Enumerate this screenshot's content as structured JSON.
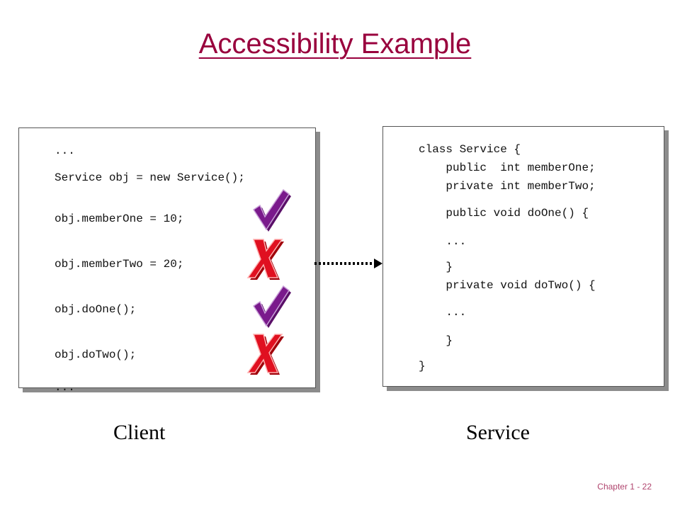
{
  "slide": {
    "title": "Accessibility Example",
    "footer": "Chapter 1 - 22"
  },
  "client": {
    "label": "Client",
    "lines": [
      "...",
      "Service obj = new Service();",
      "obj.memberOne = 10;",
      "obj.memberTwo = 20;",
      "obj.doOne();",
      "obj.doTwo();",
      "..."
    ],
    "marks": [
      "check-icon",
      "x-icon",
      "check-icon",
      "x-icon"
    ]
  },
  "service": {
    "label": "Service",
    "lines": [
      "class Service {",
      "    public  int memberOne;",
      "    private int memberTwo;",
      "    public void doOne() {",
      "    ...",
      "    }",
      "    private void doTwo() {",
      "    ...",
      "    }",
      "}"
    ]
  },
  "colors": {
    "title": "#99003d",
    "check": "#7a1a8c",
    "x": "#e01020",
    "footer": "#b0456e"
  }
}
